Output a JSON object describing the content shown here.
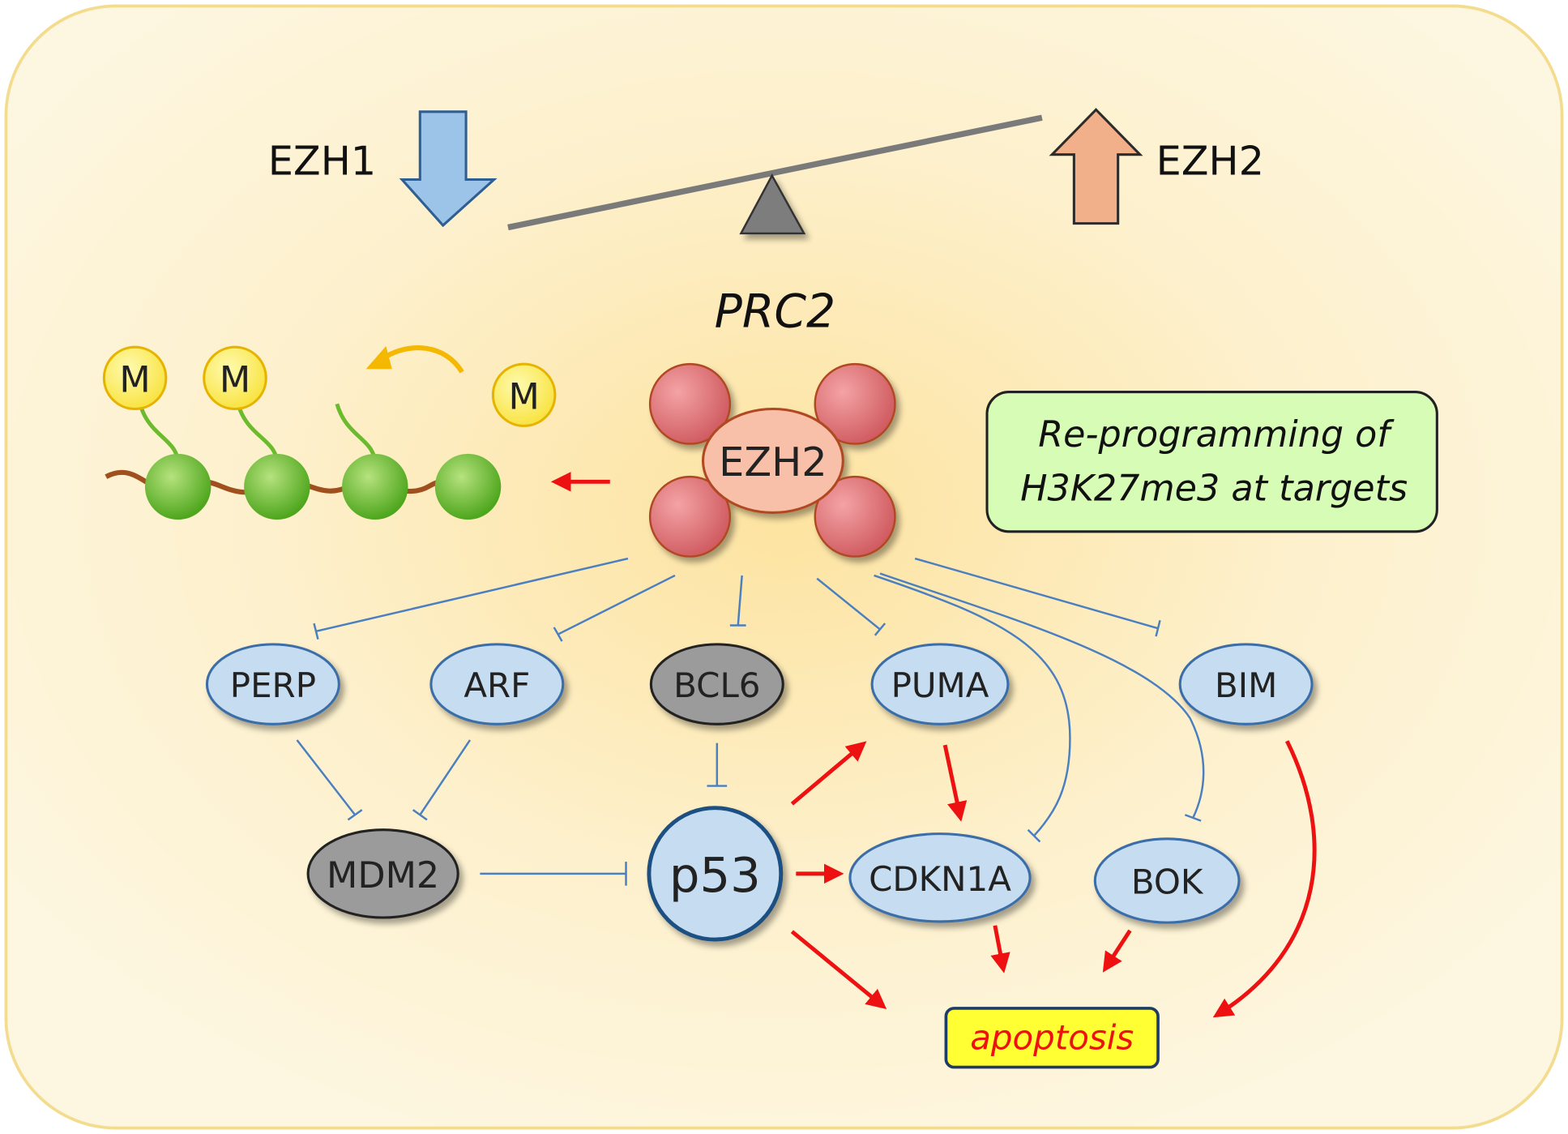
{
  "balance": {
    "left": "EZH1",
    "right": "EZH2"
  },
  "complex": {
    "title": "PRC2",
    "core": "EZH2"
  },
  "methyl": {
    "mark": "M"
  },
  "callout": {
    "line1": "Re-programming of",
    "line2": "H3K27me3 at targets"
  },
  "nodes": {
    "perp": "PERP",
    "arf": "ARF",
    "bcl6": "BCL6",
    "puma": "PUMA",
    "bim": "BIM",
    "mdm2": "MDM2",
    "p53": "p53",
    "cdkn1a": "CDKN1A",
    "bok": "BOK"
  },
  "outcome": {
    "label": "apoptosis"
  },
  "colors": {
    "background": "#fdf4d6",
    "center_glow": "#fde7a6",
    "frame": "#f3dc8e",
    "node_fill": "#c6dcf0",
    "node_stroke": "#3a6ea8",
    "gray_node": "#9b9b9b",
    "inhibit_line": "#4a7fc0",
    "activate_arrow": "#ee1111",
    "down_arrow": "#9cc3e8",
    "up_arrow": "#f2b08a",
    "prc2_lobes": "#e77f82",
    "ezh2_core": "#f8c0a8",
    "nucleosome": "#6cbb2f",
    "methyl": "#fcee5c",
    "callout_fill": "#d7fcb6",
    "apoptosis_fill": "#ffff33",
    "apoptosis_text": "#ee1111"
  }
}
